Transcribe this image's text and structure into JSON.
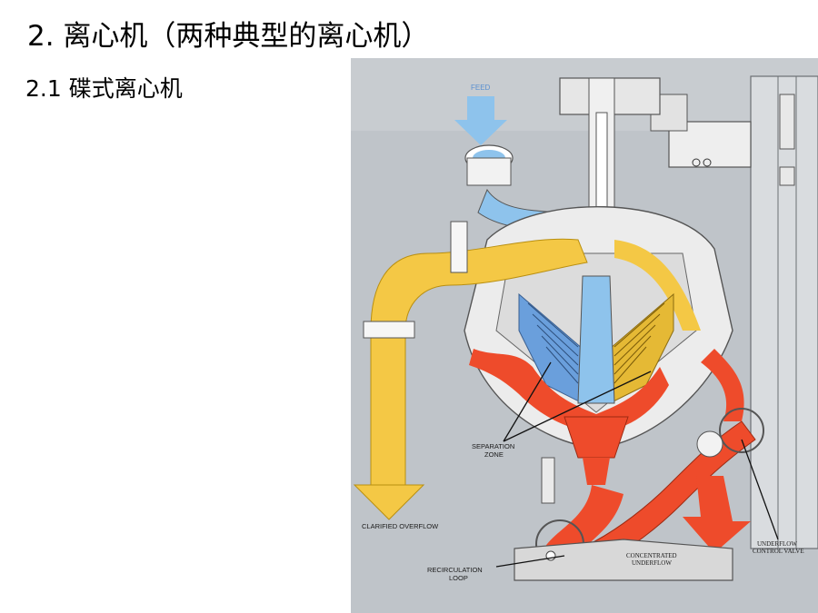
{
  "slide": {
    "title": "2. 离心机（两种典型的离心机）",
    "subtitle": "2.1  碟式离心机"
  },
  "figure": {
    "labels": {
      "feed": "FEED",
      "separation_zone_1": "SEPARATION",
      "separation_zone_2": "ZONE",
      "clarified_overflow": "CLARIFIED OVERFLOW",
      "recirculation_1": "RECIRCULATION",
      "recirculation_2": "LOOP",
      "concentrated_1": "CONCENTRATED",
      "concentrated_2": "UNDERFLOW",
      "underflow_valve_1": "UNDERFLOW",
      "underflow_valve_2": "CONTROL VALVE"
    },
    "colors": {
      "feed_flow": "#8ec3ec",
      "clarified_flow": "#f4c845",
      "underflow": "#ee4b2b",
      "machine": "#ececec",
      "background": "#bfc4c9"
    }
  }
}
